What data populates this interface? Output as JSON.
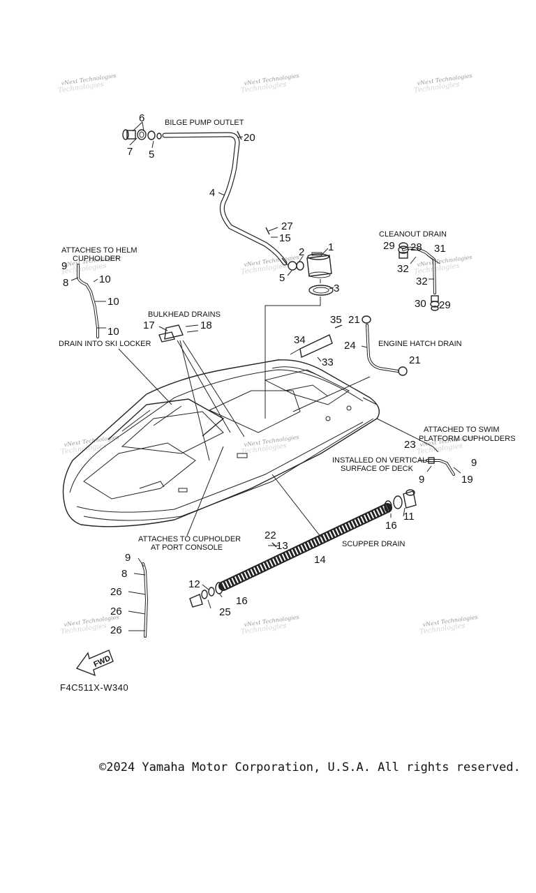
{
  "callouts": {
    "c1": "1",
    "c2": "2",
    "c3": "3",
    "c4": "4",
    "c5a": "5",
    "c5b": "5",
    "c6": "6",
    "c7": "7",
    "c8a": "8",
    "c8b": "8",
    "c9a": "9",
    "c9b": "9",
    "c9c": "9",
    "c9d": "9",
    "c10a": "10",
    "c10b": "10",
    "c10c": "10",
    "c11": "11",
    "c12": "12",
    "c13": "13",
    "c14": "14",
    "c15": "15",
    "c16a": "16",
    "c16b": "16",
    "c17": "17",
    "c18": "18",
    "c19": "19",
    "c20": "20",
    "c21a": "21",
    "c21b": "21",
    "c22": "22",
    "c23": "23",
    "c24": "24",
    "c25": "25",
    "c26a": "26",
    "c26b": "26",
    "c26c": "26",
    "c27": "27",
    "c28": "28",
    "c29a": "29",
    "c29b": "29",
    "c30": "30",
    "c31": "31",
    "c32a": "32",
    "c32b": "32",
    "c33": "33",
    "c34": "34",
    "c35": "35"
  },
  "labels": {
    "bilge_pump_outlet": "BILGE PUMP OUTLET",
    "cleanout_drain": "CLEANOUT DRAIN",
    "attaches_helm_1": "ATTACHES TO HELM",
    "attaches_helm_2": "CUPHOLDER",
    "bulkhead_drains": "BULKHEAD DRAINS",
    "drain_ski_locker": "DRAIN INTO SKI LOCKER",
    "engine_hatch_drain": "ENGINE HATCH DRAIN",
    "swim_platform_1": "ATTACHED TO SWIM",
    "swim_platform_2": "PLATFORM CUPHOLDERS",
    "vertical_surface_1": "INSTALLED ON VERTICAL",
    "vertical_surface_2": "SURFACE OF DECK",
    "port_console_1": "ATTACHES TO CUPHOLDER",
    "port_console_2": "AT PORT CONSOLE",
    "scupper_drain": "SCUPPER DRAIN",
    "fwd": "FWD"
  },
  "watermark": {
    "line1": "vNext Technologies",
    "line2": "Technologies"
  },
  "part_code": "F4C511X-W340",
  "copyright": "©2024 Yamaha Motor Corporation, U.S.A. All rights reserved."
}
